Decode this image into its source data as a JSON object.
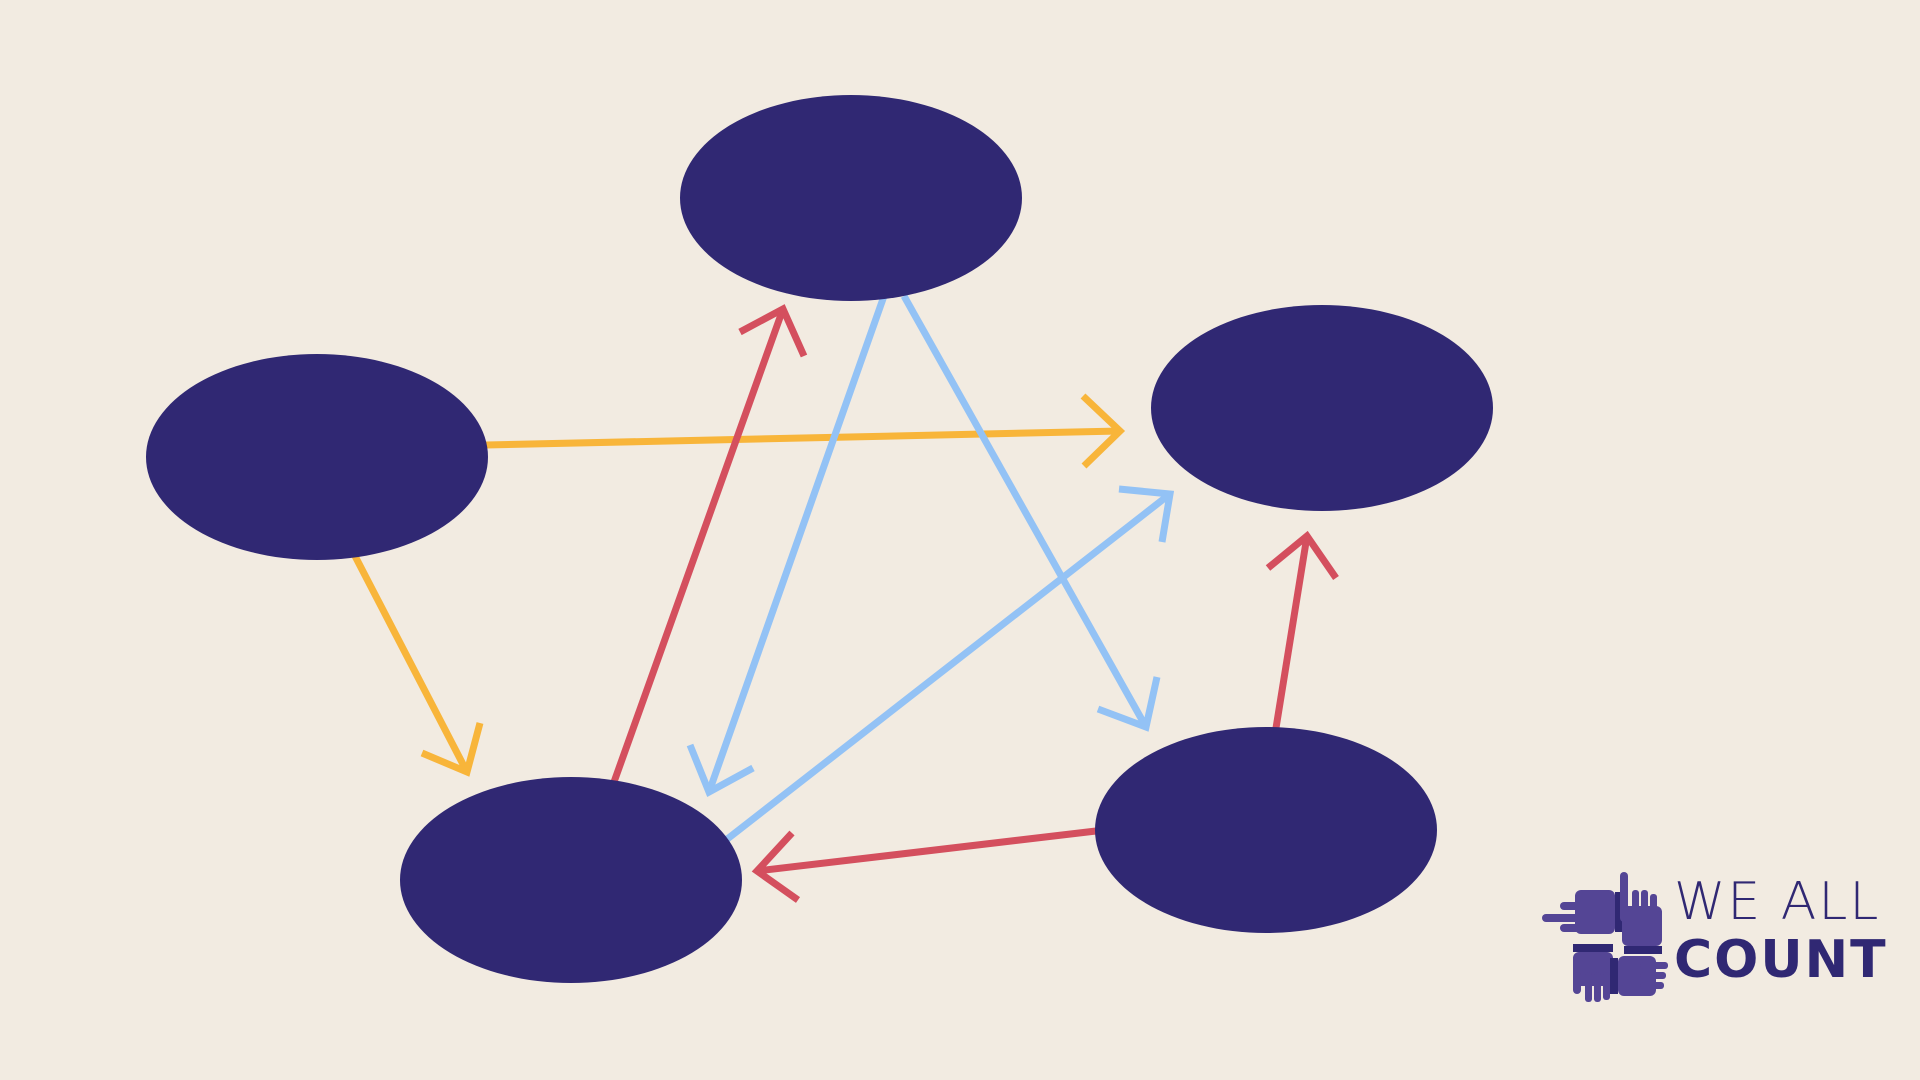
{
  "colors": {
    "background": "#f2ebe1",
    "node": "#302873",
    "arrow_orange": "#f8b53a",
    "arrow_blue": "#93c2f5",
    "arrow_red": "#d44f5e",
    "logo_hands": "#544595",
    "logo_text": "#302873"
  },
  "nodes": [
    {
      "id": "top",
      "label": ""
    },
    {
      "id": "left",
      "label": ""
    },
    {
      "id": "right",
      "label": ""
    },
    {
      "id": "bottom-left",
      "label": ""
    },
    {
      "id": "bottom-right",
      "label": ""
    }
  ],
  "edges": [
    {
      "from": "left",
      "to": "right",
      "color": "orange"
    },
    {
      "from": "left",
      "to": "bottom-left",
      "color": "orange"
    },
    {
      "from": "top",
      "to": "bottom-left",
      "color": "blue"
    },
    {
      "from": "top",
      "to": "bottom-right",
      "color": "blue"
    },
    {
      "from": "bottom-left",
      "to": "right",
      "color": "blue"
    },
    {
      "from": "bottom-left",
      "to": "top",
      "color": "red"
    },
    {
      "from": "bottom-right",
      "to": "right",
      "color": "red"
    },
    {
      "from": "bottom-right",
      "to": "bottom-left",
      "color": "red"
    }
  ],
  "logo": {
    "line1": "WE ALL",
    "line2": "COUNT",
    "icon": "four-hands-icon"
  }
}
